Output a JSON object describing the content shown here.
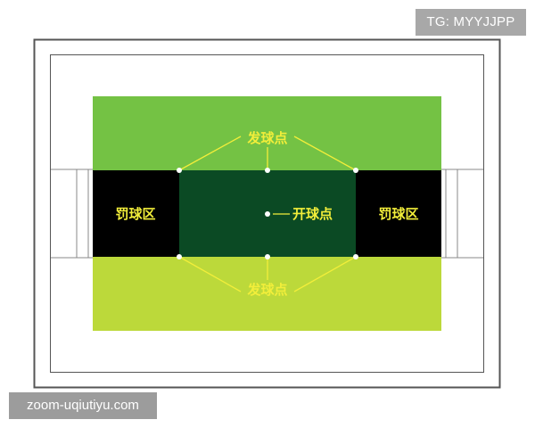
{
  "diagram": {
    "labels": {
      "serve_point_top": "发球点",
      "serve_point_bottom": "发球点",
      "center_start": "开球点",
      "penalty_left": "罚球区",
      "penalty_right": "罚球区"
    },
    "colors": {
      "upper_field": "#74c244",
      "lower_field": "#bcd93a",
      "penalty_area": "#000000",
      "center_area": "#0b4a24",
      "marker_line": "#f2ee3a",
      "label_text": "#f2ee3a",
      "outer_frame": "#555555",
      "court_line": "#888888"
    }
  },
  "watermarks": {
    "top_right": "TG: MYYJJPP",
    "bottom_left": "zoom-uqiutiyu.com"
  }
}
